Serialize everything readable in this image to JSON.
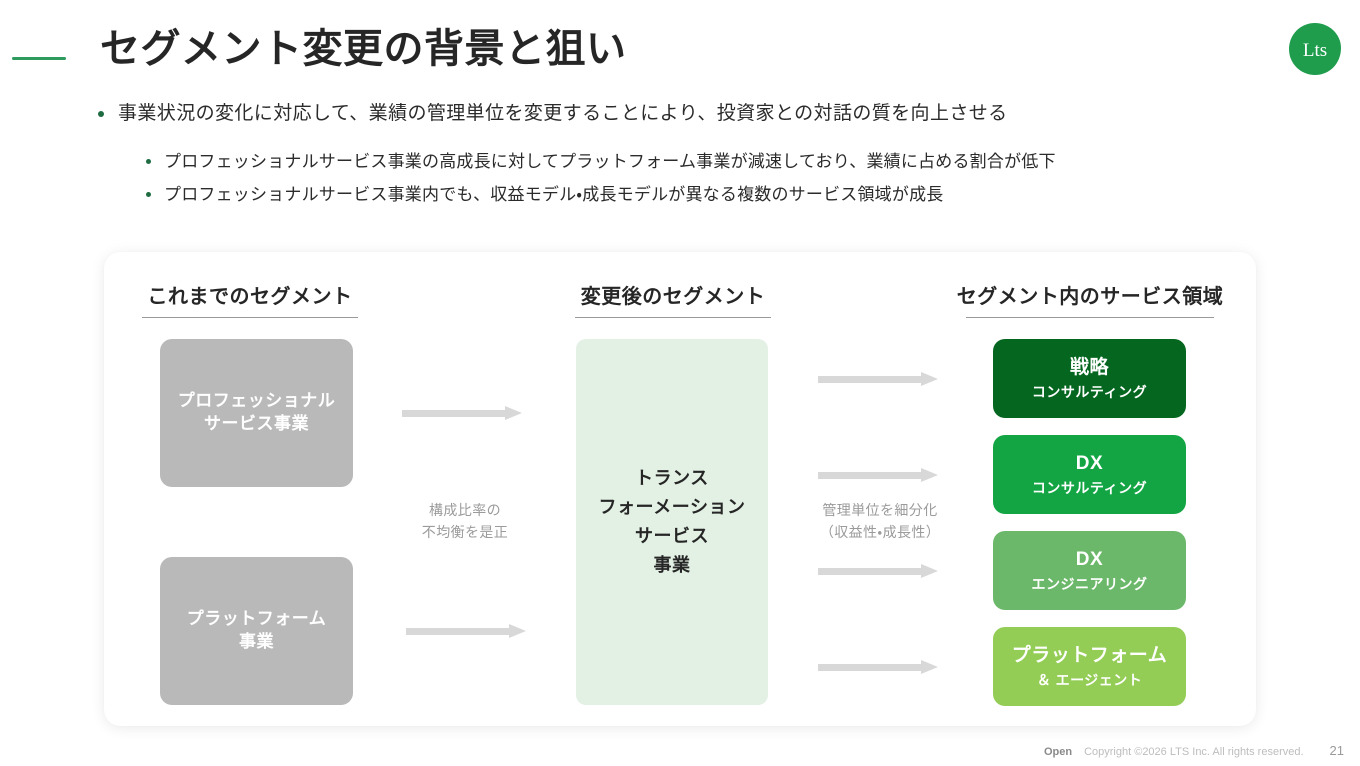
{
  "header": {
    "title": "セグメント変更の背景と狙い",
    "accent_color": "#2e9b5e",
    "logo_text": "Lts",
    "logo_color": "#1f9d4d"
  },
  "bullets": {
    "level1": [
      "事業状況の変化に対応して、業績の管理単位を変更することにより、投資家との対話の質を向上させる"
    ],
    "level2": [
      "プロフェッショナルサービス事業の高成長に対してプラットフォーム事業が減速しており、業績に占める割合が低下",
      "プロフェッショナルサービス事業内でも、収益モデル・成長モデルが異なる複数のサービス領域が成長"
    ]
  },
  "diagram": {
    "columns": {
      "old_segment": "これまでのセグメント",
      "new_segment": "変更後のセグメント",
      "service_areas": "セグメント内のサービス領域"
    },
    "old_boxes": [
      {
        "line1": "プロフェッショナル",
        "line2": "サービス事業",
        "color": "#b9b9b9"
      },
      {
        "line1": "プラットフォーム",
        "line2": "事業",
        "color": "#b9b9b9"
      }
    ],
    "new_box": {
      "line1": "トランス",
      "line2": "フォーメーション",
      "line3": "サービス",
      "line4": "事業",
      "color": "#e3f1e4"
    },
    "service_boxes": [
      {
        "main": "戦略",
        "sub": "コンサルティング",
        "color": "#04661f"
      },
      {
        "main": "DX",
        "sub": "コンサルティング",
        "color": "#13a544"
      },
      {
        "main": "DX",
        "sub": "エンジニアリング",
        "color": "#6cb86a"
      },
      {
        "main": "プラットフォーム",
        "sub": "＆ エージェント",
        "color": "#93cd55"
      }
    ],
    "captions": {
      "left_line1": "構成比率の",
      "left_line2": "不均衡を是正",
      "right_line1": "管理単位を細分化",
      "right_line2": "（収益性・成長性）"
    }
  },
  "footer": {
    "open_label": "Open",
    "copyright": "Copyright ©2026 LTS Inc. All rights reserved.",
    "page_number": "21"
  }
}
